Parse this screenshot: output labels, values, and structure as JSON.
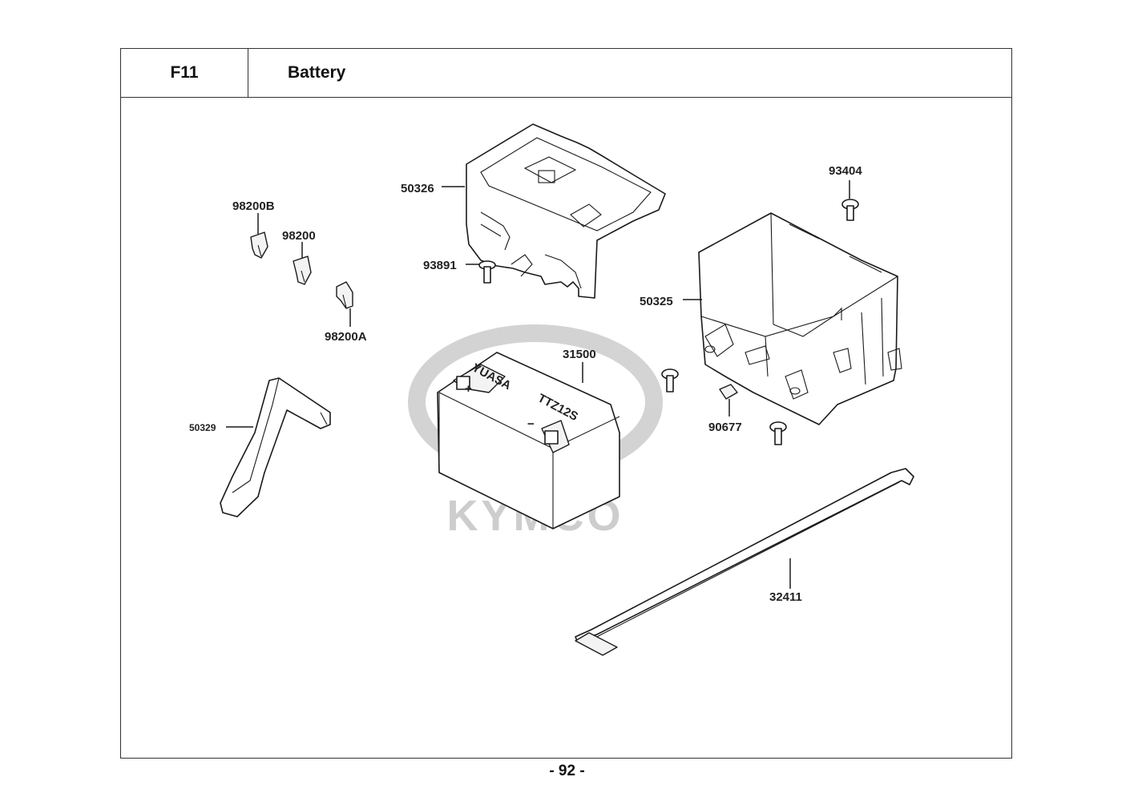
{
  "header": {
    "code": "F11",
    "title": "Battery"
  },
  "watermark": {
    "brand": "KYMCO"
  },
  "battery_marking": {
    "brand": "YUASA",
    "model": "TTZ12S",
    "positive": "+",
    "negative": "−"
  },
  "parts": [
    {
      "id": "50326",
      "name": "battery-cover"
    },
    {
      "id": "98200B",
      "name": "fuse-b"
    },
    {
      "id": "98200",
      "name": "fuse"
    },
    {
      "id": "98200A",
      "name": "fuse-a"
    },
    {
      "id": "93891",
      "name": "bolt"
    },
    {
      "id": "93404",
      "name": "bolt-top"
    },
    {
      "id": "50325",
      "name": "battery-box"
    },
    {
      "id": "31500",
      "name": "battery"
    },
    {
      "id": "90677",
      "name": "clip-nut"
    },
    {
      "id": "50329",
      "name": "terminal-cover"
    },
    {
      "id": "32411",
      "name": "battery-cable"
    }
  ],
  "footer": {
    "page": "- 92 -"
  }
}
